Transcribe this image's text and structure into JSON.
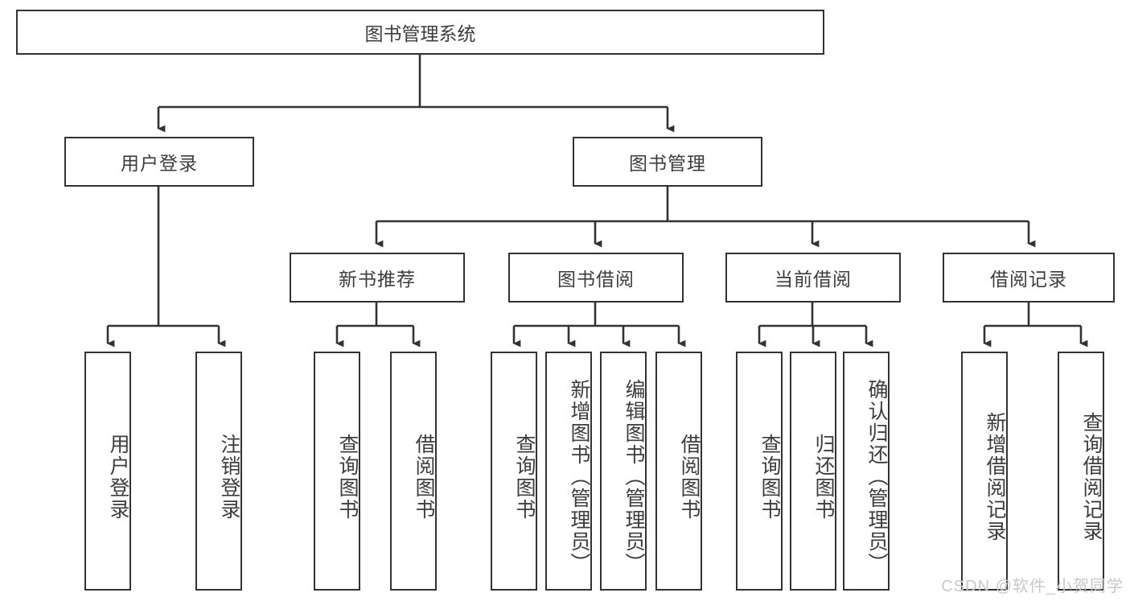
{
  "diagram": {
    "title": "图书管理系统",
    "type": "hierarchy-tree",
    "orientation": "top-down",
    "box_border_color": "#333333",
    "box_fill_color": "#ffffff",
    "text_color": "#3d3d3d",
    "connector_color": "#333333"
  },
  "root": {
    "label": "图书管理系统"
  },
  "level1": [
    {
      "label": "用户登录"
    },
    {
      "label": "图书管理"
    }
  ],
  "level2": [
    {
      "label": "新书推荐"
    },
    {
      "label": "图书借阅"
    },
    {
      "label": "当前借阅"
    },
    {
      "label": "借阅记录"
    }
  ],
  "leaves": {
    "user_login": [
      {
        "label": "用户登录"
      },
      {
        "label": "注销登录"
      }
    ],
    "new_book_recommend": [
      {
        "label": "查询图书"
      },
      {
        "label": "借阅图书"
      }
    ],
    "book_borrow": [
      {
        "label": "查询图书"
      },
      {
        "label": "新增图书（管理员）"
      },
      {
        "label": "编辑图书（管理员）"
      },
      {
        "label": "借阅图书"
      }
    ],
    "current_borrow": [
      {
        "label": "查询图书"
      },
      {
        "label": "归还图书"
      },
      {
        "label": "确认归还（管理员）"
      }
    ],
    "borrow_record": [
      {
        "label": "新增借阅记录"
      },
      {
        "label": "查询借阅记录"
      }
    ]
  },
  "watermark": {
    "text": "CSDN @软件_小贺同学"
  }
}
